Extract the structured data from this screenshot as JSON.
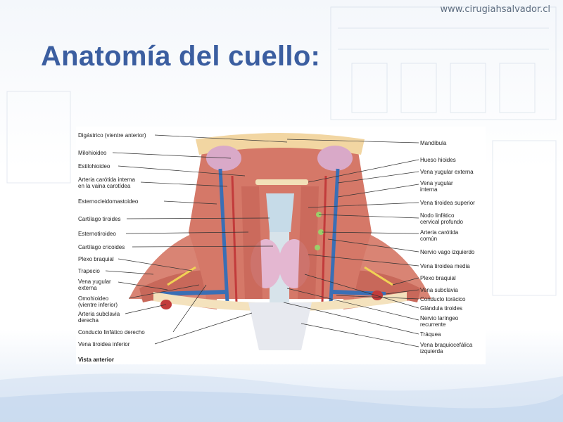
{
  "header": {
    "site_url": "www.cirugiahsalvador.cl"
  },
  "slide": {
    "title": "Anatomía del cuello:"
  },
  "figure": {
    "caption": "Vista anterior",
    "left_labels": [
      "Digástrico (vientre anterior)",
      "Milohioideo",
      "Estilohioideo",
      "Arteria carótida interna\nen la vaina carotídea",
      "Esternocleidomastoideo",
      "Cartílago tiroides",
      "Esternotiroideo",
      "Cartílago cricoides",
      "Plexo braquial",
      "Trapecio",
      "Vena yugular\nexterna",
      "Omohioideo\n(vientre inferior)",
      "Arteria subclavia\nderecha",
      "Conducto linfático derecho",
      "Vena tiroidea inferior"
    ],
    "right_labels": [
      "Mandíbula",
      "Hueso hioides",
      "Vena yugular externa",
      "Vena yugular\ninterna",
      "Vena tiroidea superior",
      "Nodo linfático\ncervical profundo",
      "Arteria carótida\ncomún",
      "Nervio vago izquierdo",
      "Vena tiroidea media",
      "Plexo braquial",
      "Vena subclavia",
      "Conducto torácico",
      "Glándula tiroides",
      "Nervio laríngeo\nrecurrente",
      "Tráquea",
      "Vena braquiocefálica\nizquierda"
    ]
  }
}
